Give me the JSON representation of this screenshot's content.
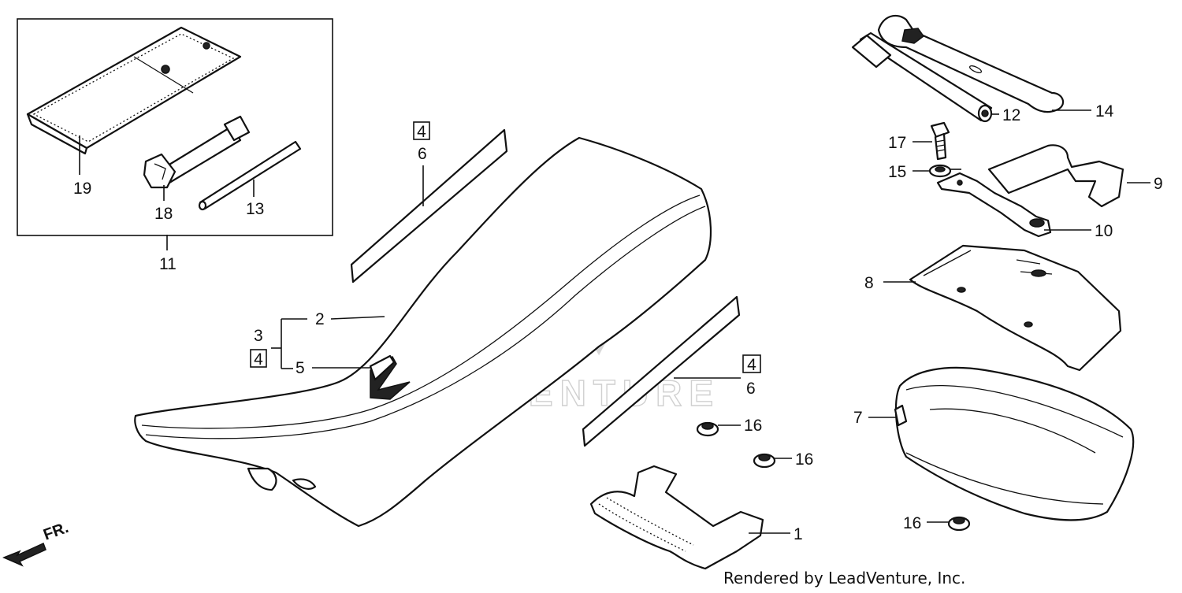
{
  "watermark": {
    "text": "LEADVENTURE"
  },
  "callouts": {
    "c1": "1",
    "c2": "2",
    "c3": "3",
    "c5": "5",
    "c6a": "6",
    "c6b": "6",
    "c7": "7",
    "c8": "8",
    "c9": "9",
    "c10": "10",
    "c11": "11",
    "c12": "12",
    "c13": "13",
    "c14": "14",
    "c15": "15",
    "c16a": "16",
    "c16b": "16",
    "c16c": "16",
    "c17": "17",
    "c18": "18",
    "c19": "19"
  },
  "boxed_refs": {
    "b4a": "4",
    "b4b": "4",
    "b4c": "4"
  },
  "direction": {
    "label": "FR."
  },
  "credit": "Rendered by LeadVenture, Inc."
}
